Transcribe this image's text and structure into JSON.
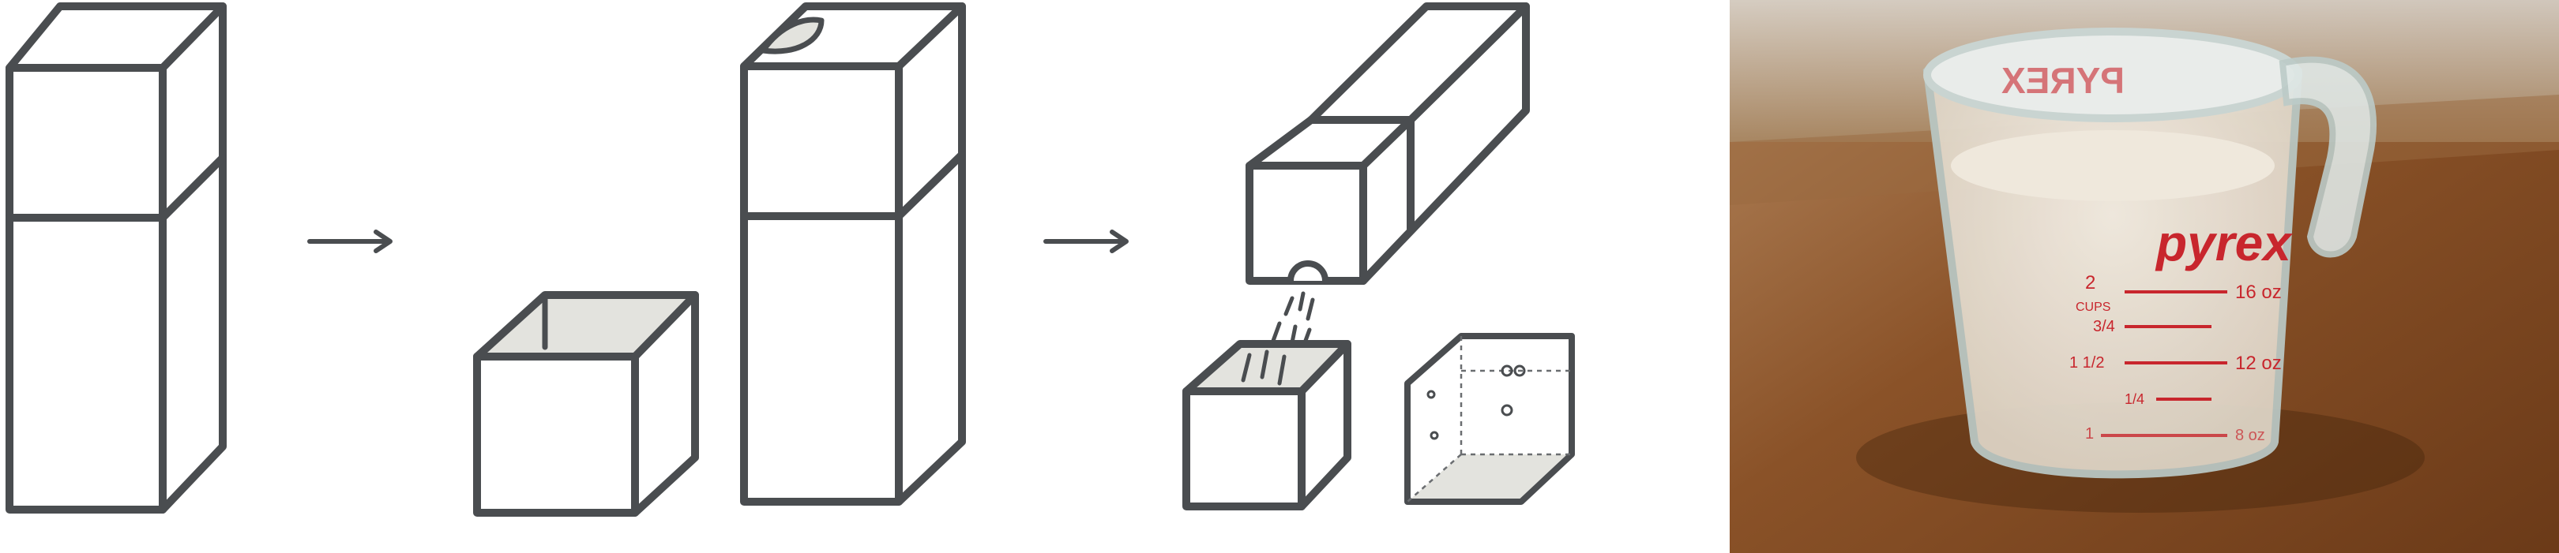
{
  "diagram": {
    "steps": [
      {
        "id": "full-carton",
        "label": ""
      },
      {
        "id": "cut-carton",
        "label": ""
      },
      {
        "id": "pour-rice",
        "label": ""
      }
    ],
    "arrows": 2,
    "colors": {
      "line": "#4a4d50",
      "inner_face": "#e3e3de",
      "background": "#ffffff"
    }
  },
  "photo": {
    "subject": "glass measuring cup filled with rice on wooden board",
    "brand_text": "pyrex",
    "mirrored_brand_text": "PYREX",
    "markings": [
      {
        "left": "2",
        "right": "16 oz"
      },
      {
        "left": "CUPS",
        "right": ""
      },
      {
        "left": "3/4",
        "right": ""
      },
      {
        "left": "1 1/2",
        "right": "12 oz"
      },
      {
        "left": "1/4",
        "right": ""
      },
      {
        "left": "1",
        "right": "8 oz"
      }
    ],
    "colors": {
      "brand_red": "#c8262d",
      "wood": "#8a5228",
      "glass": "#e9ecea"
    }
  }
}
